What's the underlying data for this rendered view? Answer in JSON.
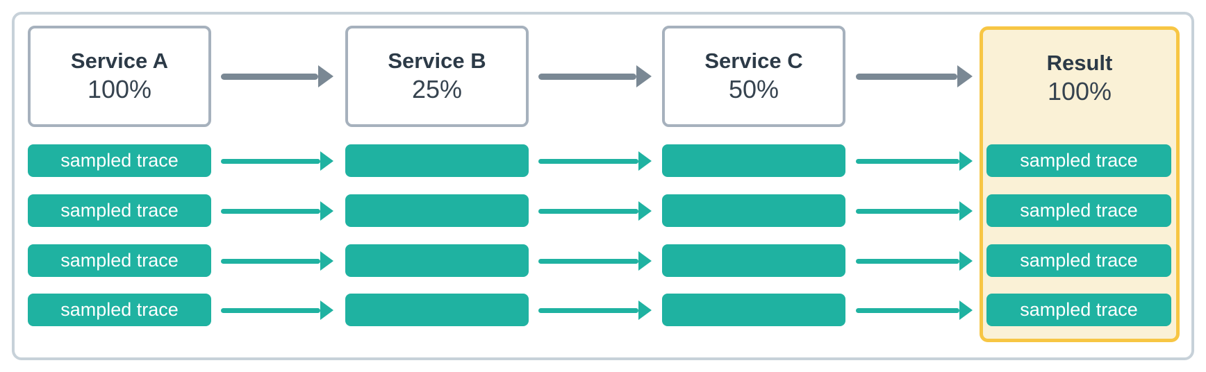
{
  "diagram": {
    "type": "trace-sampling-flow",
    "rows_per_column": 4
  },
  "colors": {
    "teal": "#1FB2A1",
    "arrow_gray": "#7A8894",
    "service_border": "#A6B1BD",
    "frame_border": "#C7D1D9",
    "heading_text": "#2C3A47",
    "result_border": "#F7C644",
    "result_background": "#FAF1D6",
    "trace_text": "#FFFFFF"
  },
  "columns": [
    {
      "title": "Service A",
      "rate": "100%",
      "traces": [
        "sampled trace",
        "sampled trace",
        "sampled trace",
        "sampled trace"
      ]
    },
    {
      "title": "Service B",
      "rate": "25%",
      "traces": [
        "",
        "",
        "",
        ""
      ]
    },
    {
      "title": "Service C",
      "rate": "50%",
      "traces": [
        "",
        "",
        "",
        ""
      ]
    },
    {
      "title": "Result",
      "rate": "100%",
      "traces": [
        "sampled trace",
        "sampled trace",
        "sampled trace",
        "sampled trace"
      ]
    }
  ]
}
